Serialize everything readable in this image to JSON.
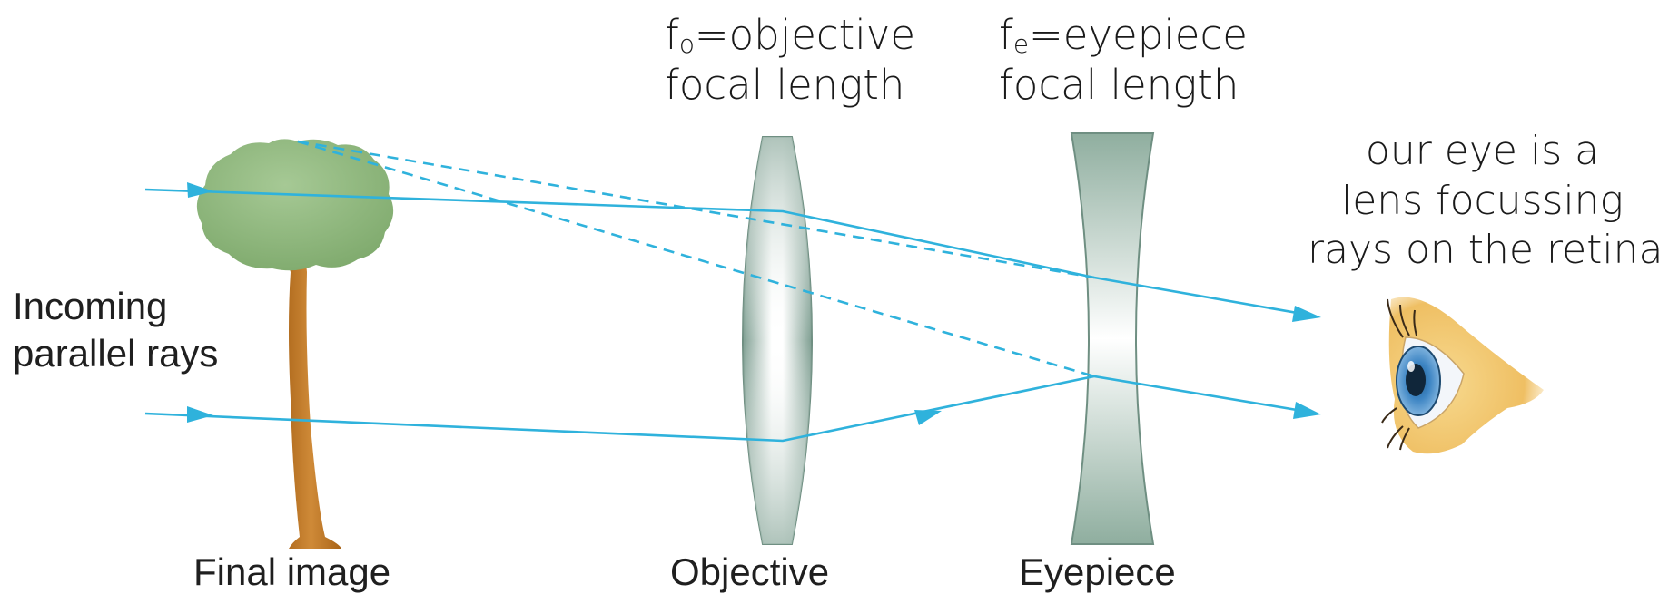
{
  "labels": {
    "objective_focal": {
      "symbol": "f",
      "subscript": "o",
      "text": "=objective",
      "line2": "focal length"
    },
    "eyepiece_focal": {
      "symbol": "f",
      "subscript": "e",
      "text": "=eyepiece",
      "line2": "focal length"
    },
    "eye_note": {
      "line1": "our eye is a",
      "line2": "lens focussing",
      "line3": "rays on the retina"
    },
    "incoming": {
      "line1": "Incoming",
      "line2": "parallel rays"
    },
    "final_image": "Final image",
    "objective": "Objective",
    "eyepiece": "Eyepiece"
  },
  "colors": {
    "ray": "#2fb2dc",
    "lens_glass": "#9fb9ae",
    "lens_edge": "#6f8f82",
    "tree_foliage": "#8fb97f",
    "tree_trunk": "#c07a2a",
    "eye_skin": "#f0c36e",
    "iris": "#3f86c4"
  },
  "icons": {
    "tree": "tree-image",
    "eye": "human-eye-icon"
  }
}
